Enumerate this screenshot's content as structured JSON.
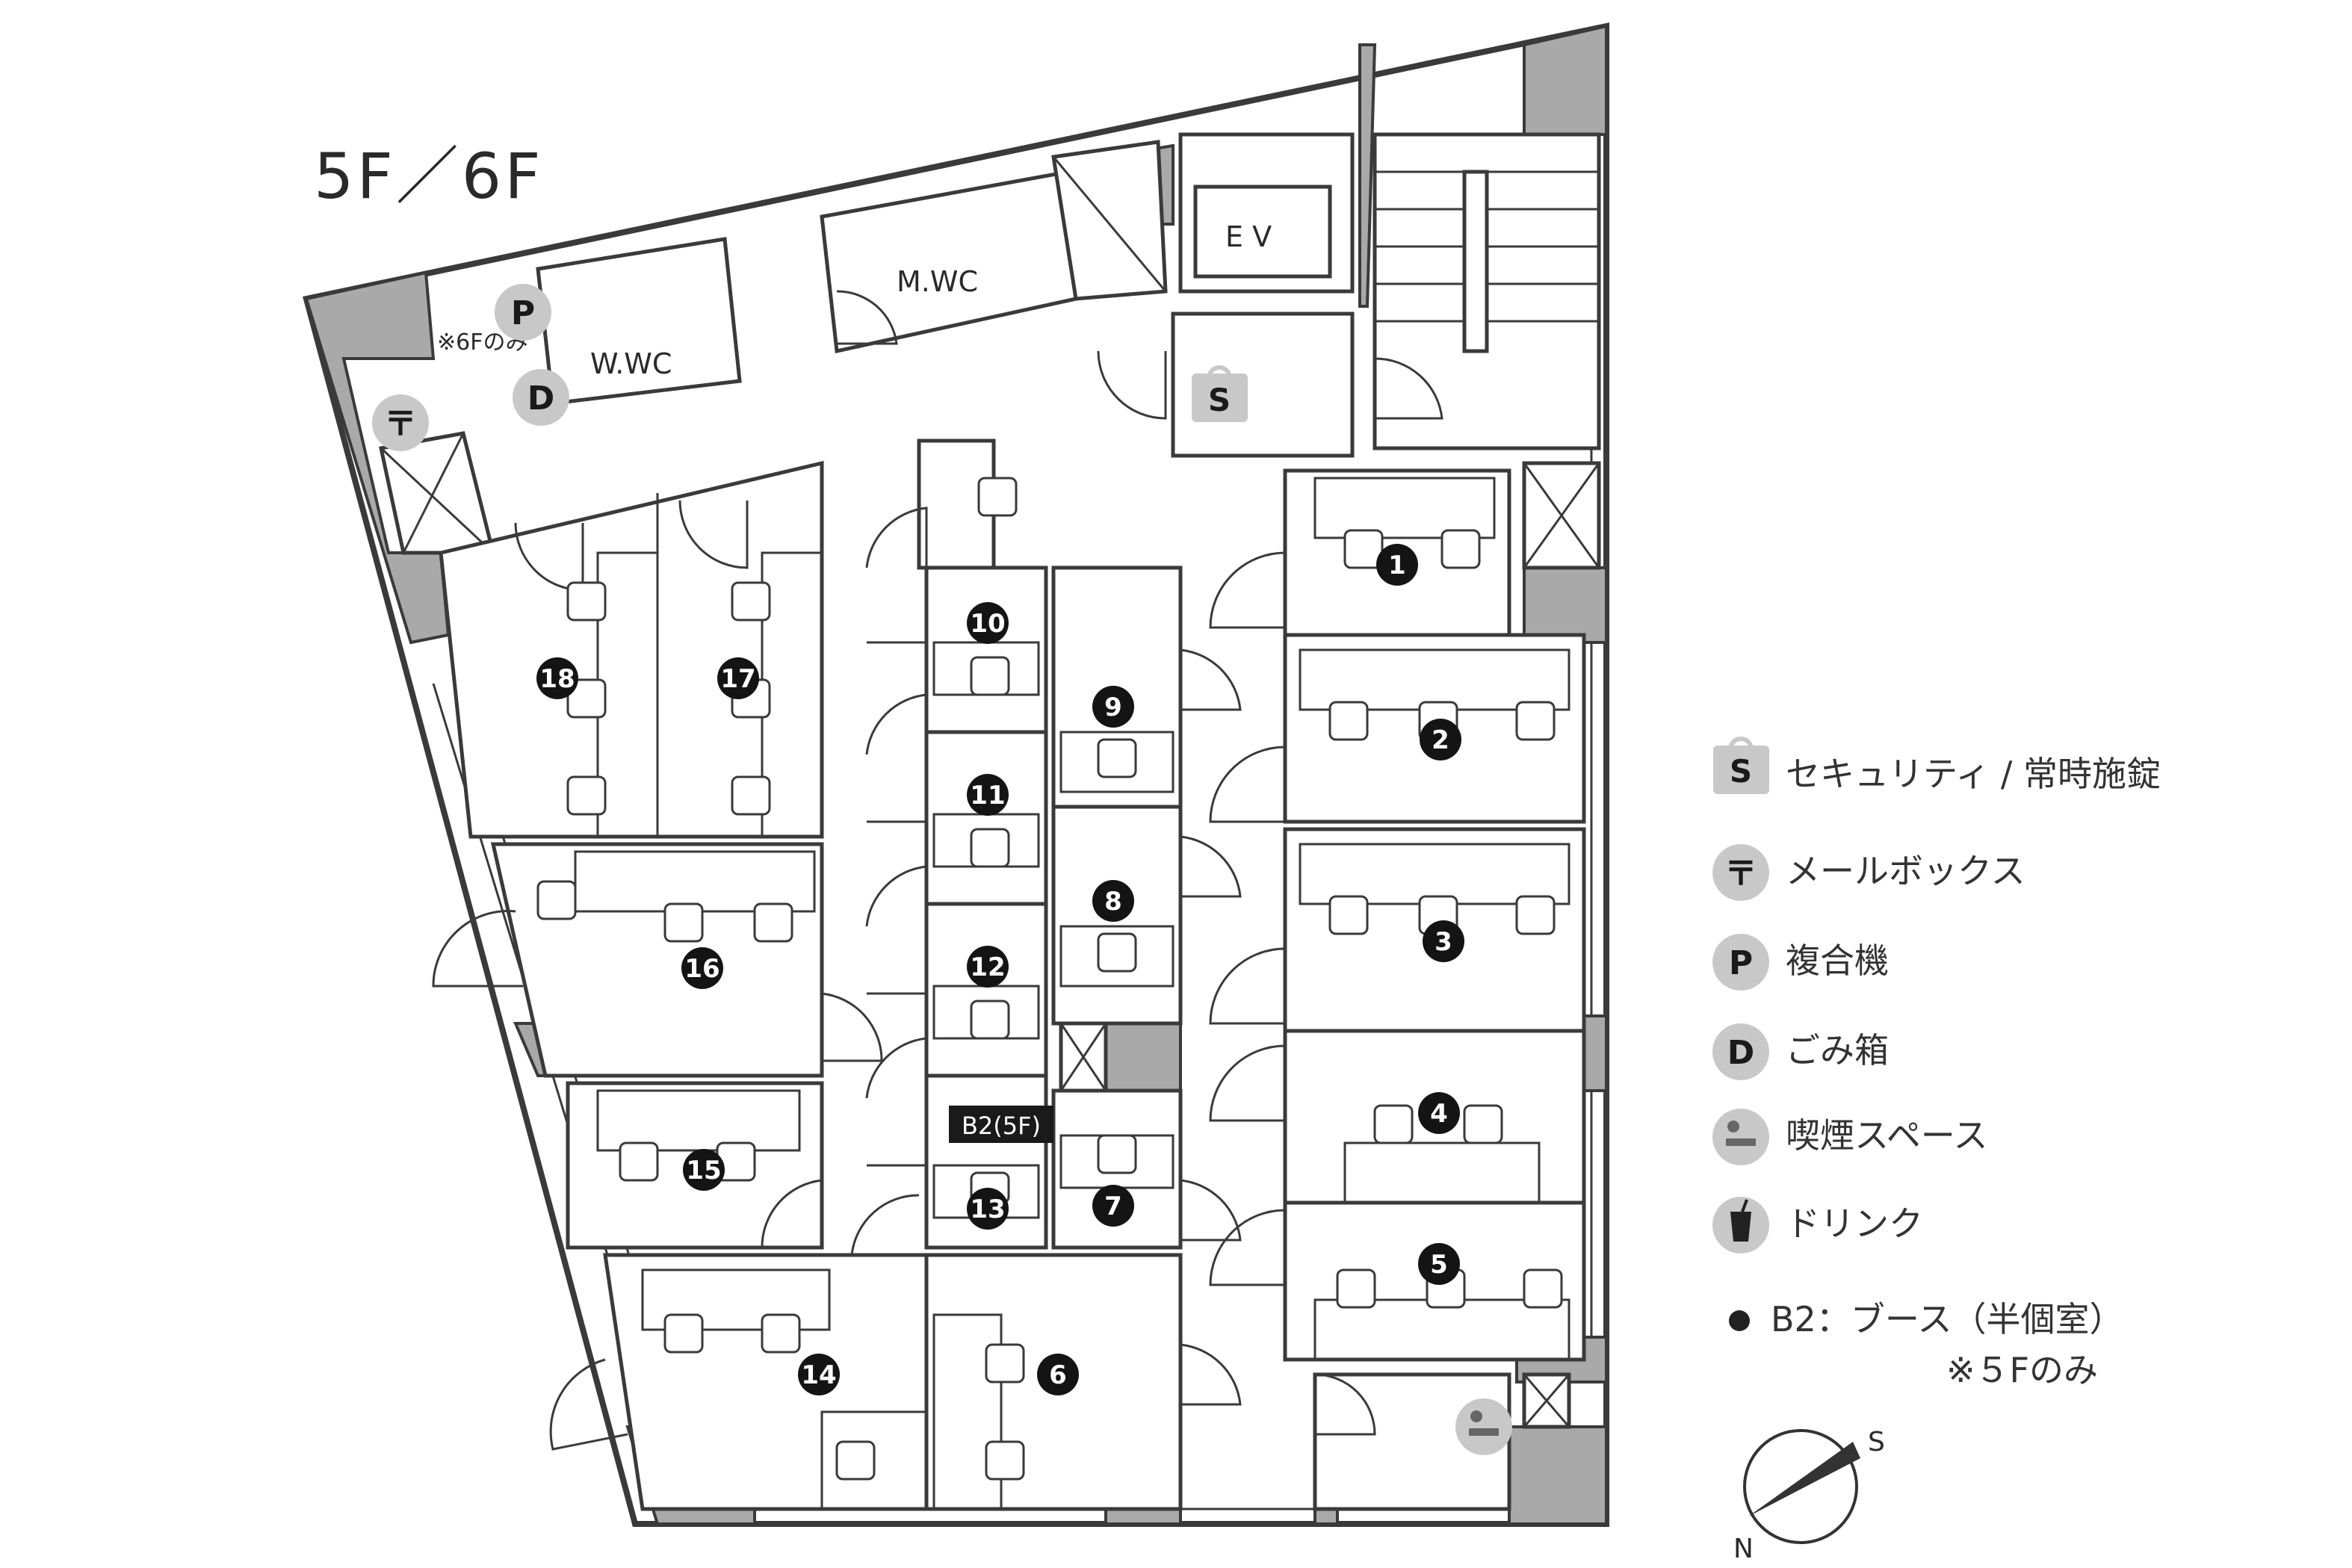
{
  "floor_title": "5F／6F",
  "rooms": {
    "ev": "E V",
    "mwc": "M.WC",
    "wwc": "W.WC",
    "printer_note": "※6Fのみ",
    "b2_label": "B2(5F)"
  },
  "offices": [
    "1",
    "2",
    "3",
    "4",
    "5",
    "6",
    "7",
    "8",
    "9",
    "10",
    "11",
    "12",
    "13",
    "14",
    "15",
    "16",
    "17",
    "18"
  ],
  "badges": {
    "security": "S",
    "mailbox": "〒",
    "printer": "P",
    "trash": "D"
  },
  "legend": {
    "security": "セキュリティ / 常時施錠",
    "mailbox": "メールボックス",
    "printer": "複合機",
    "trash": "ごみ箱",
    "smoking": "喫煙スペース",
    "drink": "ドリンク",
    "booth": "B2：ブース（半個室）",
    "booth_note": "※５Fのみ"
  },
  "compass": {
    "north": "N",
    "south": "S"
  },
  "colors": {
    "wall": "#a9a9a9",
    "line": "#3a3a3a",
    "badge": "#c8c8c8",
    "number": "#141414"
  }
}
